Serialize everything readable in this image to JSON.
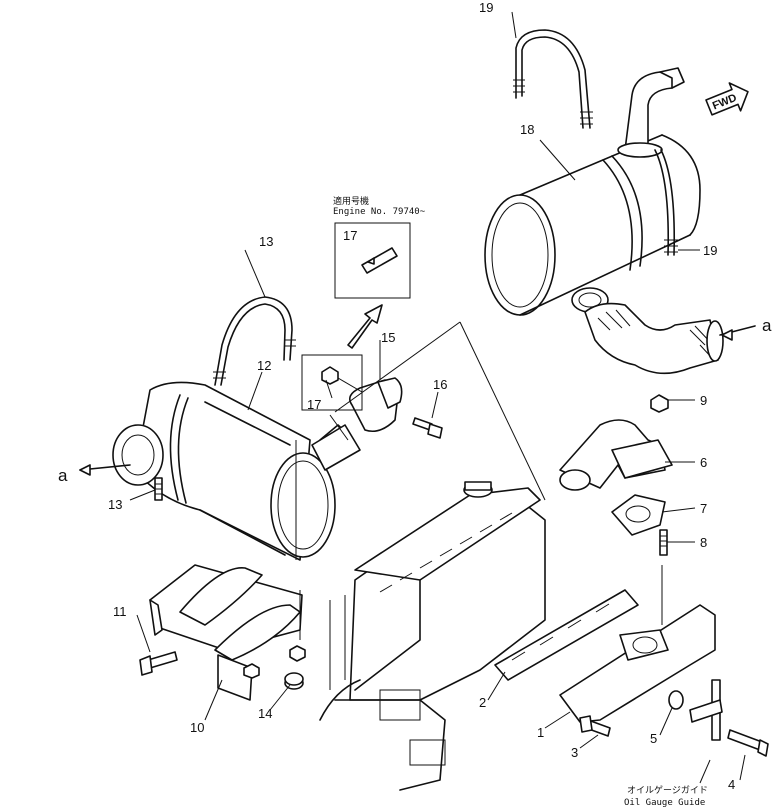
{
  "callouts": {
    "c1": "1",
    "c2": "2",
    "c3": "3",
    "c4": "4",
    "c5": "5",
    "c6": "6",
    "c7": "7",
    "c8": "8",
    "c9": "9",
    "c10": "10",
    "c11": "11",
    "c12": "12",
    "c13a": "13",
    "c13b": "13",
    "c14": "14",
    "c15": "15",
    "c16": "16",
    "c17a": "17",
    "c17b": "17",
    "c18": "18",
    "c19a": "19",
    "c19b": "19"
  },
  "connection_marks": {
    "left": "a",
    "right": "a"
  },
  "serial_note": {
    "jp": "適用号機",
    "en": "Engine No. 79740~"
  },
  "direction_tag": "FWD",
  "bottom_note": {
    "jp": "オイルゲージガイド",
    "en": "Oil Gauge Guide"
  }
}
